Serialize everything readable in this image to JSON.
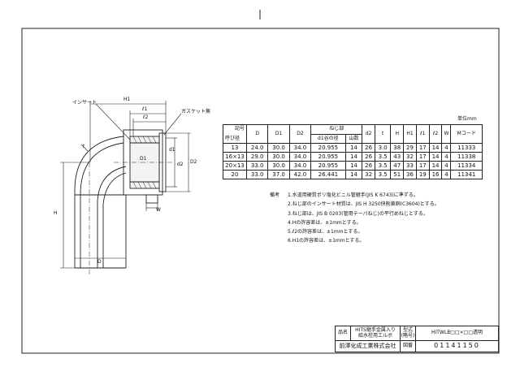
{
  "drawing": {
    "labels": {
      "insert": "インサート",
      "gasket": "ガスケット無",
      "h1": "H1",
      "l1": "ℓ1",
      "l2": "ℓ2",
      "d1": "d1",
      "d2": "d2",
      "D1": "D1",
      "D2": "D2",
      "t": "t",
      "H": "H",
      "W": "W",
      "D": "D"
    }
  },
  "table": {
    "unit": "単位mm",
    "header_corner_top": "記号",
    "header_corner_bottom": "呼び径",
    "headers": [
      "D",
      "D1",
      "D2",
      "ねじ部",
      "d2",
      "t",
      "H",
      "H1",
      "ℓ1",
      "ℓ2",
      "W",
      "Mコード"
    ],
    "thread_sub": "d1谷の径",
    "thread_sub2": "山数",
    "rows": [
      [
        "13",
        "24.0",
        "30.0",
        "34.0",
        "20.955",
        "14",
        "26",
        "3.0",
        "38",
        "29",
        "17",
        "14",
        "4",
        "11333"
      ],
      [
        "16×13",
        "29.0",
        "30.0",
        "34.0",
        "20.955",
        "14",
        "26",
        "3.5",
        "43",
        "32",
        "17",
        "14",
        "4",
        "11338"
      ],
      [
        "20×13",
        "33.0",
        "30.0",
        "34.0",
        "20.955",
        "14",
        "26",
        "3.5",
        "47",
        "33",
        "17",
        "14",
        "4",
        "11334"
      ],
      [
        "20",
        "33.0",
        "37.0",
        "42.0",
        "26.441",
        "14",
        "32",
        "3.5",
        "51",
        "36",
        "19",
        "16",
        "4",
        "11341"
      ]
    ]
  },
  "notes": {
    "heading": "備考",
    "items": [
      "1.水道用硬質ポリ塩化ビニル管継手(JIS K 6743)に準ずる。",
      "2.ねじ部のインサート材質は、JIS H 3250快削黄銅(C3604)とする。",
      "3.ねじ部は、JIS B 0203(管用テーパねじ)の平行めねじとする。",
      "4.Hの許容差は、±1mmとする。",
      "5.ℓ2の許容差は、±1mmとする。",
      "6.H1の許容差は、±1mmとする。"
    ]
  },
  "title_block": {
    "name_label": "品名",
    "name_line1": "HITS継手金属入り",
    "name_line2": "給水栓用エルボ",
    "model_label_1": "型式",
    "model_label_2": "(略号)",
    "model_value": "HITWLB□□×□□透明",
    "company": "前澤化成工業株式会社",
    "drawing_no_label": "図番",
    "drawing_no": "01141150"
  }
}
